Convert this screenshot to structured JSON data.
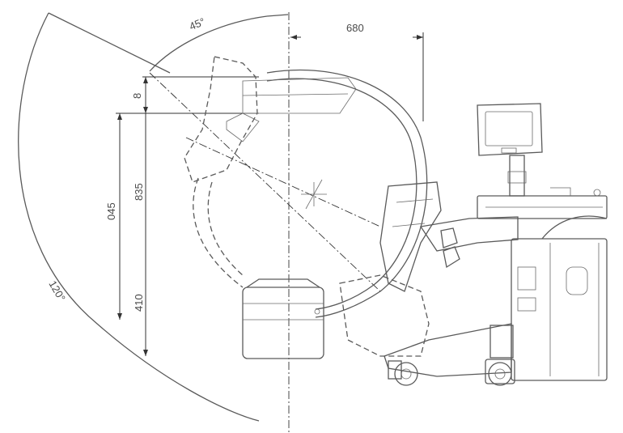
{
  "dimensions": {
    "angle_top": "45°",
    "angle_arc": "120°",
    "width_680": "680",
    "gap_8": "8",
    "height_835": "835",
    "height_045": "045",
    "height_410": "410"
  }
}
